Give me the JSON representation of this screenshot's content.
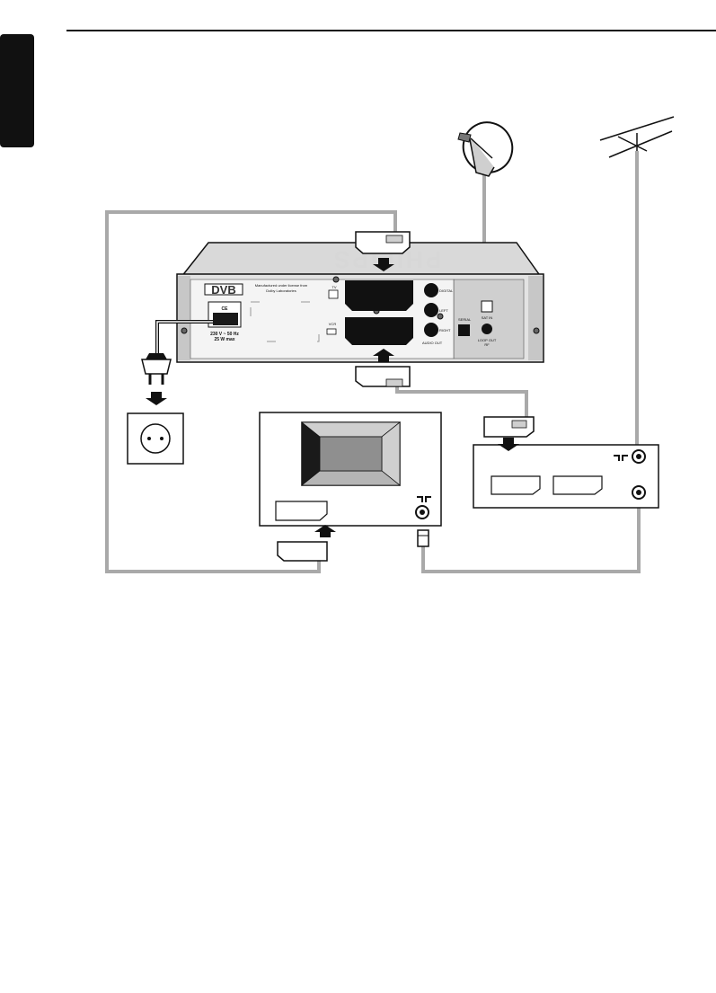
{
  "receiver": {
    "brand_mirrored": "PHILIPS",
    "logo": "DVB",
    "approval_line1": "Manufactured under license from",
    "approval_line2": "Dolby Laboratories",
    "ce_mark": "CE",
    "power_rating_line1": "230 V ~ 50 Hz",
    "power_rating_line2": "25 W max",
    "tv_label": "TV",
    "vcr_label": "VCR",
    "digital_label": "DIGITAL",
    "left_label": "LEFT",
    "right_label": "RIGHT",
    "audio_out_label": "AUDIO OUT",
    "serial_label": "SERIAL",
    "sat_in_label": "SAT IN",
    "loop_label": "LOOP OUT",
    "loop_label2": "RF"
  },
  "colors": {
    "cable": "#a9a9a9",
    "device_body": "#e3e3e3",
    "panel": "#f4f4f4",
    "dark": "#1a1a1a",
    "tv_screen": "#8f8f8f"
  },
  "icons": [
    "satellite-dish-icon",
    "antenna-icon",
    "power-plug-icon",
    "wall-socket-icon",
    "scart-plug-icon",
    "arrow-down-icon",
    "arrow-up-icon",
    "antenna-socket-symbol-icon",
    "rf-plug-icon"
  ]
}
